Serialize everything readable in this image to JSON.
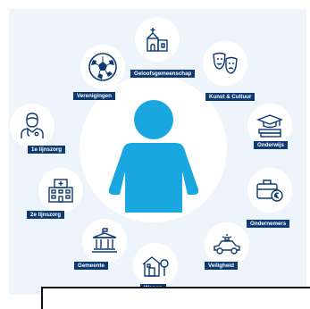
{
  "colors": {
    "accent": "#1aa7df",
    "label_bg": "#0e3a73",
    "icon": "#0e3a73",
    "background": "#edf4fb"
  },
  "items": [
    {
      "label": "Geloofsgemeenschap",
      "icon": "church-icon"
    },
    {
      "label": "Kunst & Cultuur",
      "icon": "theater-masks-icon"
    },
    {
      "label": "Onderwijs",
      "icon": "graduation-books-icon"
    },
    {
      "label": "Ondernemers",
      "icon": "briefcase-coins-icon"
    },
    {
      "label": "Veiligheid",
      "icon": "police-car-icon"
    },
    {
      "label": "Wonen",
      "icon": "house-icon"
    },
    {
      "label": "Gemeente",
      "icon": "town-hall-icon"
    },
    {
      "label": "2e lijnszorg",
      "icon": "hospital-icon"
    },
    {
      "label": "1e lijnszorg",
      "icon": "doctor-icon"
    },
    {
      "label": "Verenigingen",
      "icon": "soccer-ball-icon"
    }
  ]
}
